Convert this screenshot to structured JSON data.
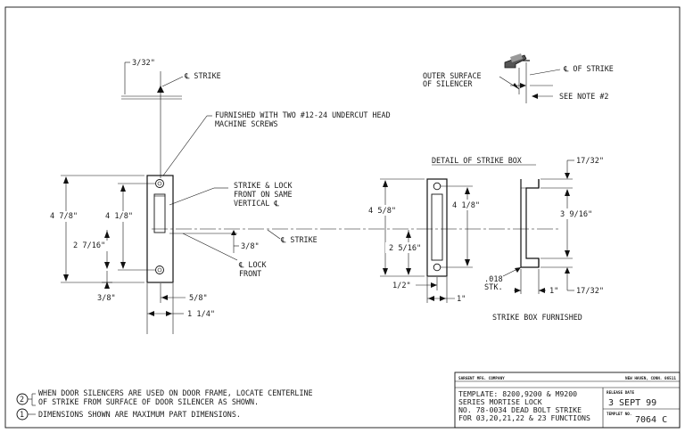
{
  "notes": {
    "furnished_screws_1": "FURNISHED WITH TWO #12-24 UNDERCUT HEAD",
    "furnished_screws_2": "MACHINE SCREWS",
    "strike_lock_1": "STRIKE & LOCK",
    "strike_lock_2": "FRONT ON SAME",
    "strike_lock_3": "VERTICAL ℄",
    "cl_strike": "℄ STRIKE",
    "cl_strike_mid": "℄ STRIKE",
    "cl_lock_1": "℄ LOCK",
    "cl_lock_2": "FRONT",
    "outer_surface_1": "OUTER SURFACE",
    "outer_surface_2": "OF SILENCER",
    "cl_of_strike": "℄ OF STRIKE",
    "see_note": "SEE NOTE #2",
    "detail_title": "DETAIL OF STRIKE BOX",
    "strike_box_furnished": "STRIKE BOX FURNISHED",
    "note2_num": "2",
    "note2_line1": "WHEN DOOR SILENCERS ARE USED ON DOOR FRAME, LOCATE CENTERLINE",
    "note2_line2": "OF STRIKE FROM SURFACE OF DOOR SILENCER AS SHOWN.",
    "note1_num": "1",
    "note1_line1": "DIMENSIONS SHOWN ARE MAXIMUM PART DIMENSIONS."
  },
  "dims": {
    "d_3_32": "3/32\"",
    "d_4_7_8": "4 7/8\"",
    "d_4_1_8": "4 1/8\"",
    "d_2_7_16": "2 7/16\"",
    "d_3_8_mid": "3/8\"",
    "d_3_8_bot": "3/8\"",
    "d_5_8": "5/8\"",
    "d_1_1_4": "1 1/4\"",
    "d_4_5_8": "4 5/8\"",
    "d_4_1_8_b": "4 1/8\"",
    "d_2_5_16": "2 5/16\"",
    "d_1_2": "1/2\"",
    "d_1_b": "1\"",
    "d_018_1": ".018",
    "d_018_2": "STK.",
    "d_1_c": "1\"",
    "d_17_32_top": "17/32\"",
    "d_3_9_16": "3 9/16\"",
    "d_17_32_bot": "17/32\""
  },
  "title_block": {
    "company": "SARGENT MFG. COMPANY",
    "location": "NEW HAVEN, CONN. 06511",
    "line1": "TEMPLATE: 8200,9200 & M9200",
    "line2": "SERIES MORTISE LOCK",
    "line3": "NO. 78-0034 DEAD BOLT STRIKE",
    "line4": "FOR 03,20,21,22 & 23 FUNCTIONS",
    "release_label": "RELEASE DATE",
    "release_date": "3 SEPT 99",
    "templet_label": "TEMPLET NO.",
    "templet_no": "7064 C"
  }
}
